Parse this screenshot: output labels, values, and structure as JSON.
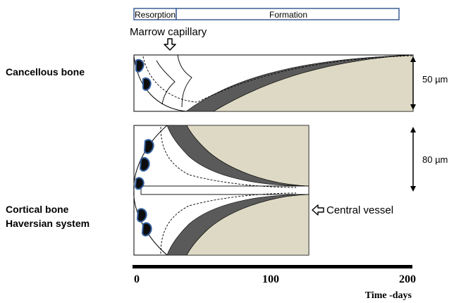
{
  "phase_bar": {
    "resorption_label": "Resorption",
    "formation_label": "Formation",
    "border_color": "#3b5f95"
  },
  "annotations": {
    "marrow_capillary": "Marrow capillary",
    "central_vessel": "Central vessel"
  },
  "labels": {
    "cancellous": "Cancellous bone",
    "cortical_line1": "Cortical bone",
    "cortical_line2": "Haversian system"
  },
  "scale": {
    "cancellous_depth": "50 µm",
    "cortical_depth": "80 µm"
  },
  "time_axis": {
    "ticks": [
      "0",
      "100",
      "200"
    ],
    "label": "Time -days"
  },
  "colors": {
    "osteoid": "#5a5a5a",
    "new_bone": "#ddd9c4",
    "osteoclast_fill": "#0d0d0d",
    "osteoclast_rim": "#2f5c9a"
  }
}
